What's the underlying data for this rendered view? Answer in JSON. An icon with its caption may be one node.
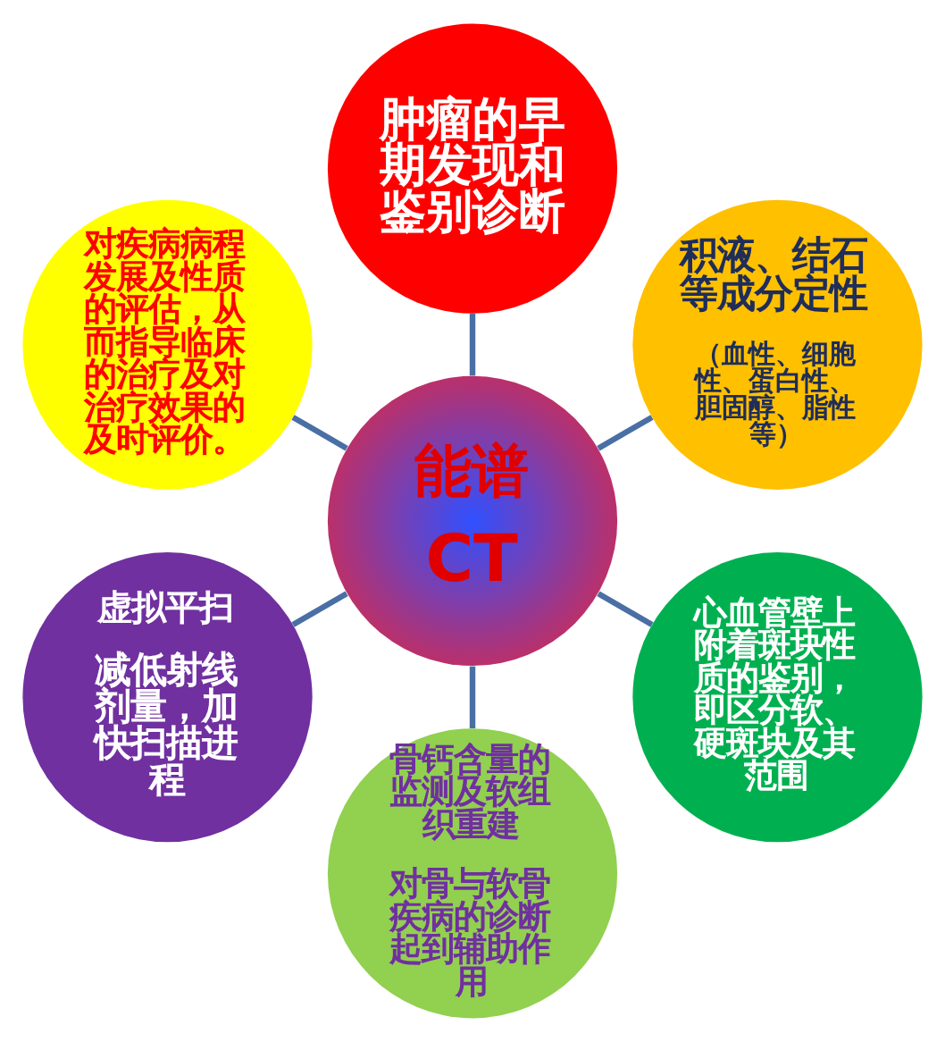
{
  "diagram": {
    "nodes": [
      {
        "text": [
          "积液、结石等成分定性",
          "（血性、细胞性、蛋白性、胆固醇、脂性等）"
        ]
      },
      {
        "text": [
          "肿瘤的早期发现和鉴别诊断"
        ]
      },
      {
        "text": [
          "对疾病病程发展及性质的评估，从而指导临床的治疗及对治疗效果的及时评价。"
        ]
      },
      {
        "text": [
          "能谱",
          "CT"
        ]
      },
      {
        "text": [
          "虚拟平扫",
          "减低射线剂量，加快扫描进程"
        ]
      },
      {
        "text": [
          "骨钙含量的监测及软组织重建",
          "对骨与软骨疾病的诊断起到辅助作用"
        ]
      },
      {
        "text": [
          "心血管壁上附着斑块性质的鉴别，即区分软、硬斑块及其范围"
        ]
      }
    ],
    "edges": [
      {
        "from": 3,
        "to": 0,
        "arrow": "none"
      },
      {
        "from": 3,
        "to": 1,
        "arrow": "none"
      },
      {
        "from": 3,
        "to": 2,
        "arrow": "none"
      },
      {
        "from": 3,
        "to": 4,
        "arrow": "none"
      },
      {
        "from": 3,
        "to": 5,
        "arrow": "none"
      },
      {
        "from": 3,
        "to": 6,
        "arrow": "none"
      }
    ]
  }
}
